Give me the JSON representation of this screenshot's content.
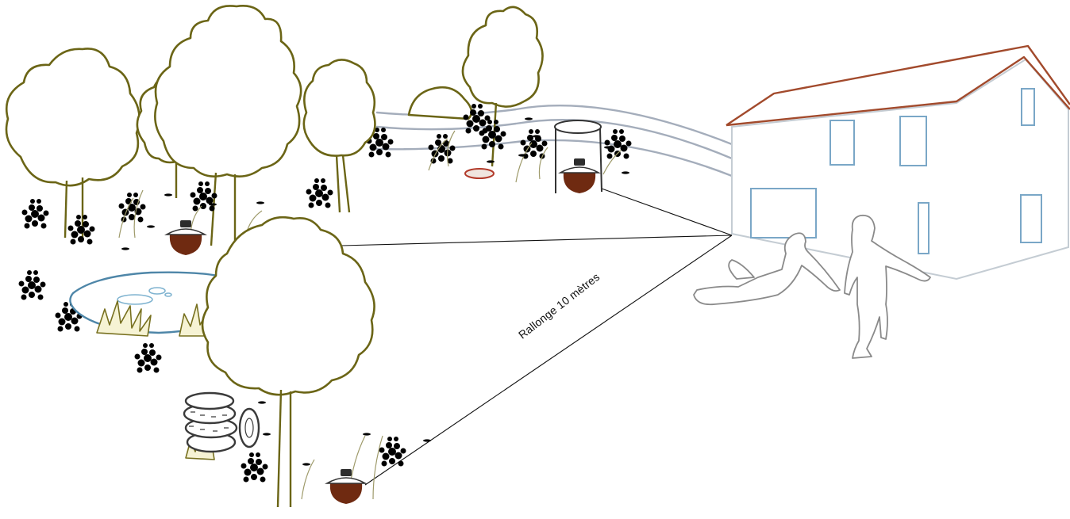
{
  "diagram": {
    "cable_label": "Rallonge 10 mètres"
  },
  "colors": {
    "tree_outline": "#6b6516",
    "roof": "#a24a2c",
    "window": "#7aa7c7",
    "trap": "#6f2a11",
    "pond": "#4e86a8",
    "field_lines": "#a4adbb"
  },
  "elements": {
    "trees": "tree",
    "traps": "mosquito-trap",
    "insects": "mosquito-icon",
    "people": "person-silhouette",
    "house": "house"
  }
}
